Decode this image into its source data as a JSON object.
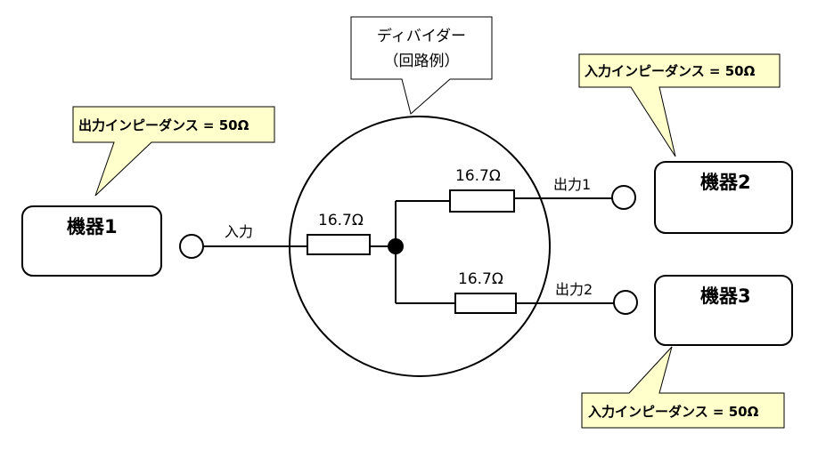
{
  "callouts": {
    "divider_title": "ディバイダー",
    "divider_subtitle": "（回路例）",
    "out_impedance": "出力インピーダンス = 50Ω",
    "in_impedance_top": "入力インピーダンス = 50Ω",
    "in_impedance_bottom": "入力インピーダンス = 50Ω"
  },
  "devices": {
    "device1": "機器1",
    "device2": "機器2",
    "device3": "機器3"
  },
  "ports": {
    "input": "入力",
    "output1": "出力1",
    "output2": "出力2"
  },
  "resistors": {
    "r_in": "16.7Ω",
    "r_out1": "16.7Ω",
    "r_out2": "16.7Ω"
  },
  "colors": {
    "callout_fill": "#ffffcc",
    "stroke": "#000000"
  }
}
